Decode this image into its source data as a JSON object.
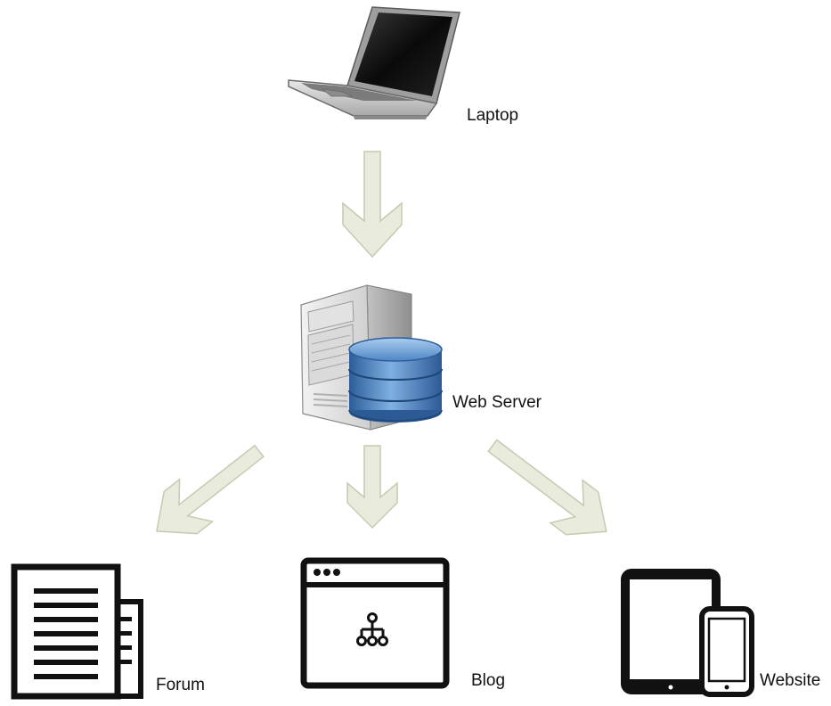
{
  "diagram": {
    "type": "flow",
    "nodes": {
      "laptop": {
        "label": "Laptop",
        "icon": "laptop-icon"
      },
      "server": {
        "label": "Web Server",
        "icon": "server-database-icon"
      },
      "forum": {
        "label": "Forum",
        "icon": "document-icon"
      },
      "blog": {
        "label": "Blog",
        "icon": "browser-window-icon"
      },
      "website": {
        "label": "Website",
        "icon": "tablet-phone-icon"
      }
    },
    "edges": [
      {
        "from": "laptop",
        "to": "server"
      },
      {
        "from": "server",
        "to": "forum"
      },
      {
        "from": "server",
        "to": "blog"
      },
      {
        "from": "server",
        "to": "website"
      }
    ]
  },
  "colors": {
    "arrow_fill": "#e9ebdc",
    "arrow_stroke": "#c6cab0",
    "icon_stroke": "#111111",
    "db_blue": "#3f74b3",
    "screen": "#0c0c0c"
  }
}
